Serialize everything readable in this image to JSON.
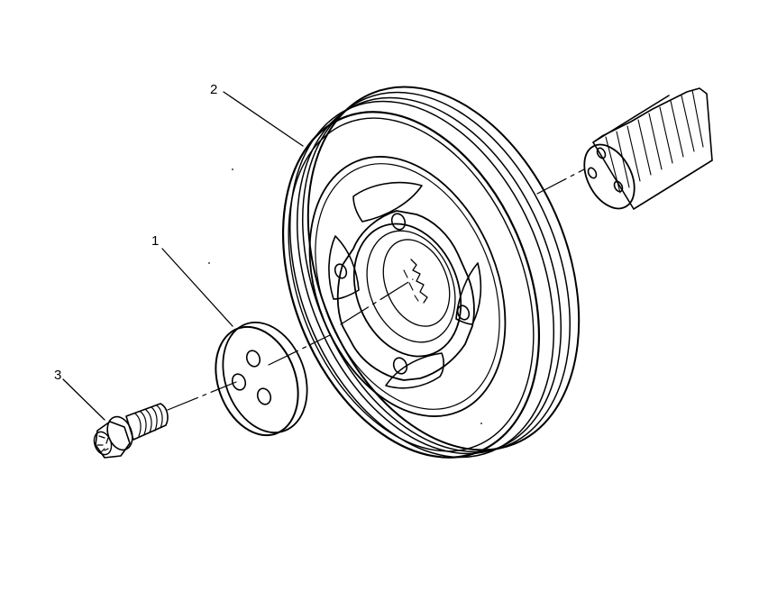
{
  "callouts": {
    "washer": "1",
    "pulley": "2",
    "bolt": "3"
  },
  "colors": {
    "ink": "#000000",
    "paper": "#ffffff"
  }
}
